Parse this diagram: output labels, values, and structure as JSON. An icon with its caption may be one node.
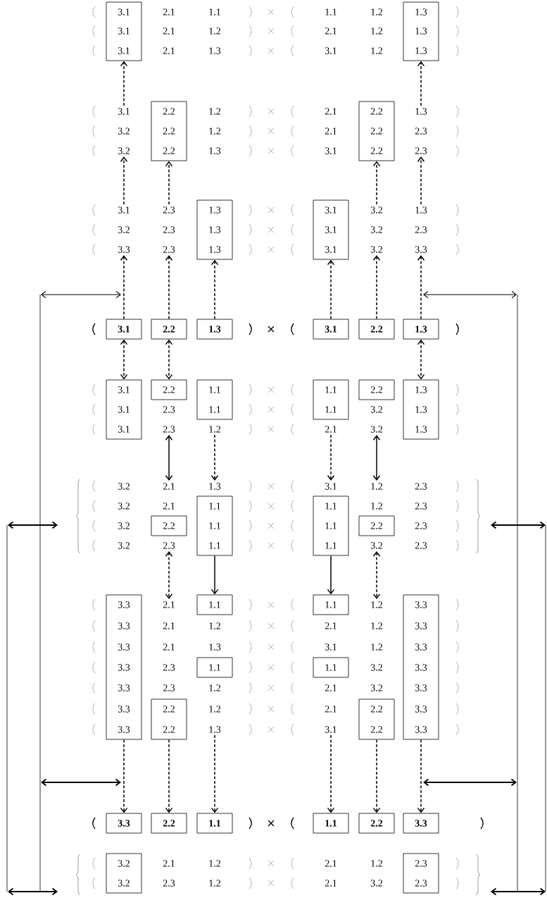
{
  "diagram": {
    "nodes": [
      {
        "text": [
          "3.1",
          "3.1",
          "3.1"
        ]
      },
      {
        "text": [
          "1.3",
          "1.3",
          "1.3"
        ]
      },
      {
        "text": [
          "3.1"
        ]
      },
      {
        "text": [
          "2.2",
          "2.2",
          "2.2"
        ]
      },
      {
        "text": [
          "2.2",
          "2.2",
          "2.2"
        ]
      },
      {
        "text": [
          "1.3"
        ]
      },
      {
        "text": [
          "3.2"
        ]
      },
      {
        "text": [
          "2.3"
        ]
      },
      {
        "text": [
          "3.1"
        ]
      },
      {
        "text": [
          "2.3"
        ]
      },
      {
        "text": [
          "1.3",
          "1.3",
          "1.3"
        ]
      },
      {
        "text": [
          "3.1",
          "3.1",
          "3.1"
        ]
      },
      {
        "text": [
          "3.2"
        ]
      },
      {
        "text": [
          "1.3"
        ]
      },
      {
        "text": [
          "3.3"
        ]
      },
      {
        "text": [
          "2.3"
        ]
      },
      {
        "text": [
          "3.2"
        ]
      },
      {
        "text": [
          "3.3"
        ]
      },
      {
        "text": [
          "3.1"
        ]
      },
      {
        "text": [
          "2.2"
        ]
      },
      {
        "text": [
          "1.3"
        ]
      },
      {
        "text": [
          "3.1"
        ]
      },
      {
        "text": [
          "2.2"
        ]
      },
      {
        "text": [
          "1.3"
        ]
      },
      {
        "text": [
          "3.1",
          "3.1",
          "3.1"
        ]
      },
      {
        "text": [
          "2.2"
        ]
      },
      {
        "text": [
          "1.1",
          "1.1"
        ]
      },
      {
        "text": [
          "1.1",
          "1.1"
        ]
      },
      {
        "text": [
          "2.2"
        ]
      },
      {
        "text": [
          "1.3",
          "1.3",
          "1.3"
        ]
      },
      {
        "text": [
          "2.3"
        ]
      },
      {
        "text": [
          "1.2"
        ]
      },
      {
        "text": [
          "2.1"
        ]
      },
      {
        "text": [
          "3.2"
        ]
      },
      {
        "text": [
          "2.1"
        ]
      },
      {
        "text": [
          "1.3"
        ]
      },
      {
        "text": [
          "3.1"
        ]
      },
      {
        "text": [
          "1.2"
        ]
      },
      {
        "text": [
          "1.1",
          "1.1",
          "1.1"
        ]
      },
      {
        "text": [
          "1.1",
          "1.1",
          "1.1"
        ]
      },
      {
        "text": [
          "2.2"
        ]
      },
      {
        "text": [
          "2.2"
        ]
      },
      {
        "text": [
          "2.3"
        ]
      },
      {
        "text": [
          "3.2"
        ]
      },
      {
        "text": [
          "3.3",
          "3.3",
          "3.3",
          "3.3",
          "3.3",
          "3.3",
          "3.3"
        ]
      },
      {
        "text": [
          "2.1"
        ]
      },
      {
        "text": [
          "1.1"
        ]
      },
      {
        "text": [
          "1.1"
        ]
      },
      {
        "text": [
          "1.2"
        ]
      },
      {
        "text": [
          "3.3",
          "3.3",
          "3.3",
          "3.3",
          "3.3",
          "3.3",
          "3.3"
        ]
      },
      {
        "text": [
          "1.1"
        ]
      },
      {
        "text": [
          "1.1"
        ]
      },
      {
        "text": [
          "2.2",
          "2.2"
        ]
      },
      {
        "text": [
          "2.2",
          "2.2"
        ]
      },
      {
        "text": [
          "1.3"
        ]
      },
      {
        "text": [
          "3.1"
        ]
      },
      {
        "text": [
          "3.3"
        ]
      },
      {
        "text": [
          "2.2"
        ]
      },
      {
        "text": [
          "1.1"
        ]
      },
      {
        "text": [
          "1.1"
        ]
      },
      {
        "text": [
          "2.2"
        ]
      },
      {
        "text": [
          "3.3"
        ]
      },
      {
        "text": [
          "3.2",
          "3.2"
        ]
      },
      {
        "text": [
          "2.3",
          "2.3"
        ]
      }
    ],
    "edges": [
      {
        "from": 2,
        "to": 0,
        "arrow": "to",
        "style": "dashed"
      },
      {
        "from": 5,
        "to": 1,
        "arrow": "to",
        "style": "dashed"
      },
      {
        "from": 8,
        "to": 6,
        "arrow": "to",
        "style": "dashed"
      },
      {
        "from": 9,
        "to": 3,
        "arrow": "to",
        "style": "dashed"
      },
      {
        "from": 12,
        "to": 4,
        "arrow": "to",
        "style": "dashed"
      },
      {
        "from": 13,
        "to": 7,
        "arrow": "to",
        "style": "dashed"
      },
      {
        "from": 18,
        "to": 14,
        "arrow": "to",
        "style": "dashed"
      },
      {
        "from": 19,
        "to": 15,
        "arrow": "to",
        "style": "dashed"
      },
      {
        "from": 20,
        "to": 10,
        "arrow": "to",
        "style": "dashed"
      },
      {
        "from": 21,
        "to": 11,
        "arrow": "to",
        "style": "dashed"
      },
      {
        "from": 22,
        "to": 16,
        "arrow": "to",
        "style": "dashed"
      },
      {
        "from": 23,
        "to": 17,
        "arrow": "to",
        "style": "dashed"
      },
      {
        "from": 18,
        "to": 24,
        "arrow": "both",
        "style": "dashed"
      },
      {
        "from": 19,
        "to": 25,
        "arrow": "both",
        "style": "dashed"
      },
      {
        "from": 23,
        "to": 29,
        "arrow": "both",
        "style": "dashed"
      },
      {
        "from": 30,
        "to": 34,
        "arrow": "both"
      },
      {
        "from": 31,
        "to": 35,
        "arrow": "to",
        "style": "dashed"
      },
      {
        "from": 32,
        "to": 36,
        "arrow": "to",
        "style": "dashed"
      },
      {
        "from": 33,
        "to": 37,
        "arrow": "both"
      },
      {
        "from": 42,
        "to": 45,
        "arrow": "both",
        "style": "dashed"
      },
      {
        "from": 38,
        "to": 46,
        "arrow": "to"
      },
      {
        "from": 39,
        "to": 47,
        "arrow": "to"
      },
      {
        "from": 43,
        "to": 48,
        "arrow": "both",
        "style": "dashed"
      },
      {
        "from": 44,
        "to": 56,
        "arrow": "to",
        "style": "dashed"
      },
      {
        "from": 52,
        "to": 57,
        "arrow": "to",
        "style": "dashed"
      },
      {
        "from": 54,
        "to": 58,
        "arrow": "to",
        "style": "dashed"
      },
      {
        "from": 55,
        "to": 59,
        "arrow": "to",
        "style": "dashed"
      },
      {
        "from": 53,
        "to": 60,
        "arrow": "to",
        "style": "dashed"
      },
      {
        "from": 49,
        "to": 61,
        "arrow": "to",
        "style": "dashed"
      }
    ],
    "labels": [
      "2.1",
      "1.1",
      "1.1",
      "1.2",
      "2.1",
      "1.2",
      "2.1",
      "1.2",
      "2.1",
      "1.3",
      "3.1",
      "1.2",
      "1.2",
      "2.1",
      "3.2",
      "1.2",
      "2.1",
      "2.3",
      "1.3",
      "3.1",
      "3.2",
      "2.3",
      "3.2",
      "2.3",
      "2.3",
      "3.2",
      "3.2",
      "2.3",
      "3.2",
      "2.1",
      "1.2",
      "2.3",
      "3.2",
      "2.3",
      "3.2",
      "2.3",
      "2.1",
      "1.2",
      "2.1",
      "1.2",
      "2.1",
      "1.3",
      "3.1",
      "1.2",
      "2.3",
      "3.2",
      "2.3",
      "1.2",
      "2.1",
      "3.2",
      "1.2",
      "2.1",
      "2.1",
      "1.2",
      "2.1",
      "1.2",
      "2.3",
      "1.2",
      "2.1",
      "3.2"
    ]
  }
}
